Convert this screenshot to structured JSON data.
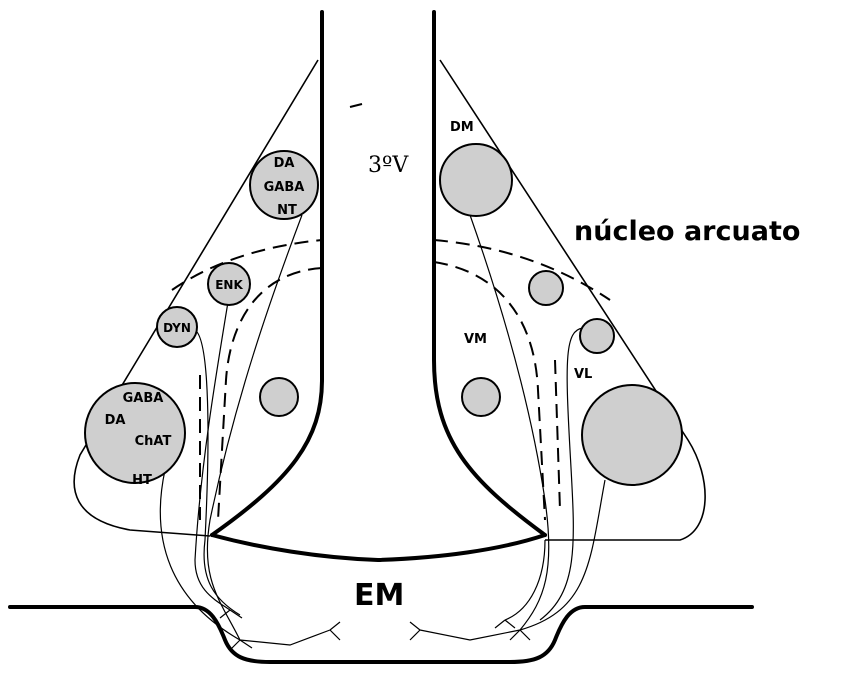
{
  "title": "núcleo arcuato",
  "ventricle_label": "3ºV",
  "eminence_label": "EM",
  "regions": {
    "dm": "DM",
    "vm": "VM",
    "vl": "VL"
  },
  "nuclei": {
    "top_left": [
      "DA",
      "GABA",
      "NT"
    ],
    "enk": "ENK",
    "dyn": "DYN",
    "bottom_left": [
      "GABA",
      "DA",
      "ChAT",
      "HT"
    ]
  },
  "colors": {
    "stroke": "#000000",
    "nucleus_fill": "#cfcfcf",
    "background": "#ffffff"
  }
}
